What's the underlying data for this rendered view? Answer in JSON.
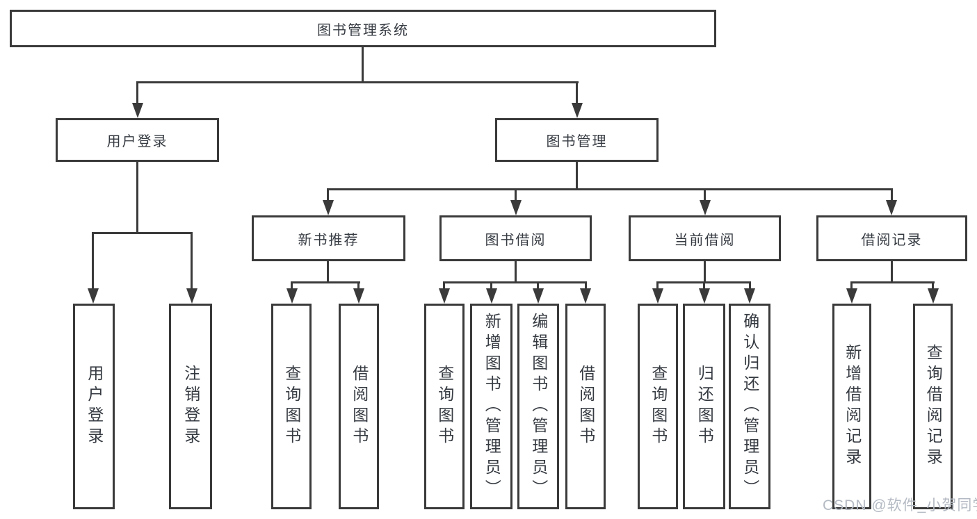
{
  "diagram_title": "图书管理系统",
  "tree": {
    "label": "图书管理系统",
    "children": [
      {
        "label": "用户登录",
        "children": [
          {
            "label": "用户登录"
          },
          {
            "label": "注销登录"
          }
        ]
      },
      {
        "label": "图书管理",
        "children": [
          {
            "label": "新书推荐",
            "children": [
              {
                "label": "查询图书"
              },
              {
                "label": "借阅图书"
              }
            ]
          },
          {
            "label": "图书借阅",
            "children": [
              {
                "label": "查询图书"
              },
              {
                "label": "新增图书（管理员）"
              },
              {
                "label": "编辑图书（管理员）"
              },
              {
                "label": "借阅图书"
              }
            ]
          },
          {
            "label": "当前借阅",
            "children": [
              {
                "label": "查询图书"
              },
              {
                "label": "归还图书"
              },
              {
                "label": "确认归还（管理员）"
              }
            ]
          },
          {
            "label": "借阅记录",
            "children": [
              {
                "label": "新增借阅记录"
              },
              {
                "label": "查询借阅记录"
              }
            ]
          }
        ]
      }
    ]
  },
  "watermark": {
    "text": "CSDN @软件_小贺同学",
    "color": "#b4bac3"
  },
  "colors": {
    "line": "#3a3a3a",
    "text": "#363b42",
    "background": "#ffffff"
  }
}
